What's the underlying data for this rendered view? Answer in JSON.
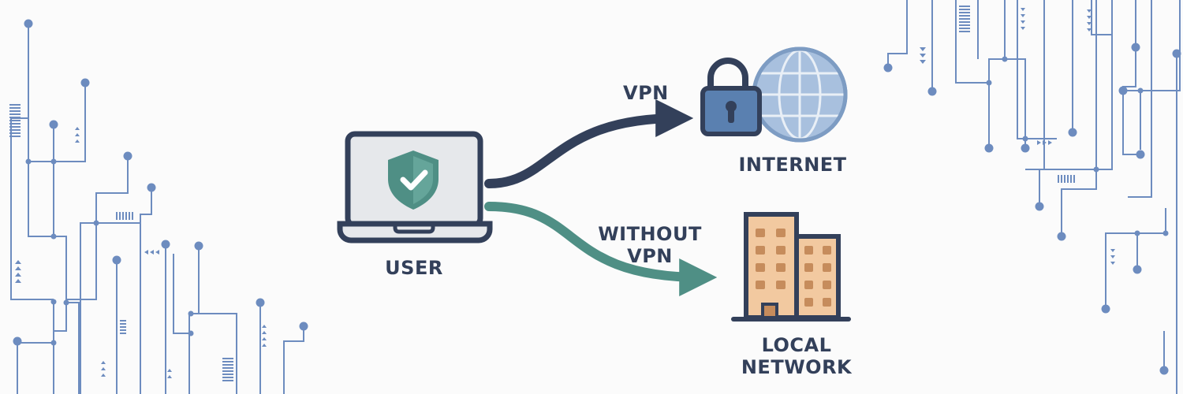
{
  "labels": {
    "user": "USER",
    "vpn": "VPN",
    "internet": "INTERNET",
    "without_vpn_line1": "WITHOUT",
    "without_vpn_line2": "VPN",
    "local_network_line1": "LOCAL",
    "local_network_line2": "NETWORK"
  },
  "icons": {
    "user_device": "laptop-icon",
    "user_badge": "shield-check-icon",
    "vpn_lock": "padlock-icon",
    "internet": "globe-icon",
    "local_network": "office-building-icon"
  },
  "colors": {
    "vpn_path": "#33405a",
    "no_vpn_path": "#4f8f85",
    "shield": "#4f8f85",
    "globe": "#7d9cc3",
    "lock": "#5a80b0",
    "building": "#f2c9a0",
    "circuit": "#6d8cbf",
    "text": "#33405a"
  }
}
